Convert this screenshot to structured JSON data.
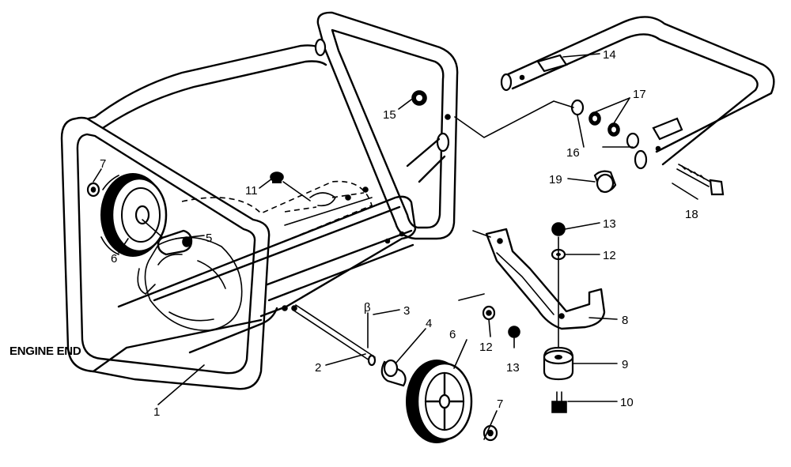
{
  "caption": "ENGINE END",
  "callouts": [
    {
      "id": "1",
      "text": "1"
    },
    {
      "id": "2",
      "text": "2"
    },
    {
      "id": "3",
      "text": "3"
    },
    {
      "id": "3b",
      "text": "β"
    },
    {
      "id": "4",
      "text": "4"
    },
    {
      "id": "5",
      "text": "5"
    },
    {
      "id": "6a",
      "text": "6"
    },
    {
      "id": "6b",
      "text": "6"
    },
    {
      "id": "7a",
      "text": "7"
    },
    {
      "id": "7b",
      "text": "7"
    },
    {
      "id": "8",
      "text": "8"
    },
    {
      "id": "9",
      "text": "9"
    },
    {
      "id": "10",
      "text": "10"
    },
    {
      "id": "11",
      "text": "11"
    },
    {
      "id": "12a",
      "text": "12"
    },
    {
      "id": "12b",
      "text": "12"
    },
    {
      "id": "13a",
      "text": "13"
    },
    {
      "id": "13b",
      "text": "13"
    },
    {
      "id": "14",
      "text": "14"
    },
    {
      "id": "15",
      "text": "15"
    },
    {
      "id": "16",
      "text": "16"
    },
    {
      "id": "17",
      "text": "17"
    },
    {
      "id": "18",
      "text": "18"
    },
    {
      "id": "19",
      "text": "19"
    }
  ]
}
